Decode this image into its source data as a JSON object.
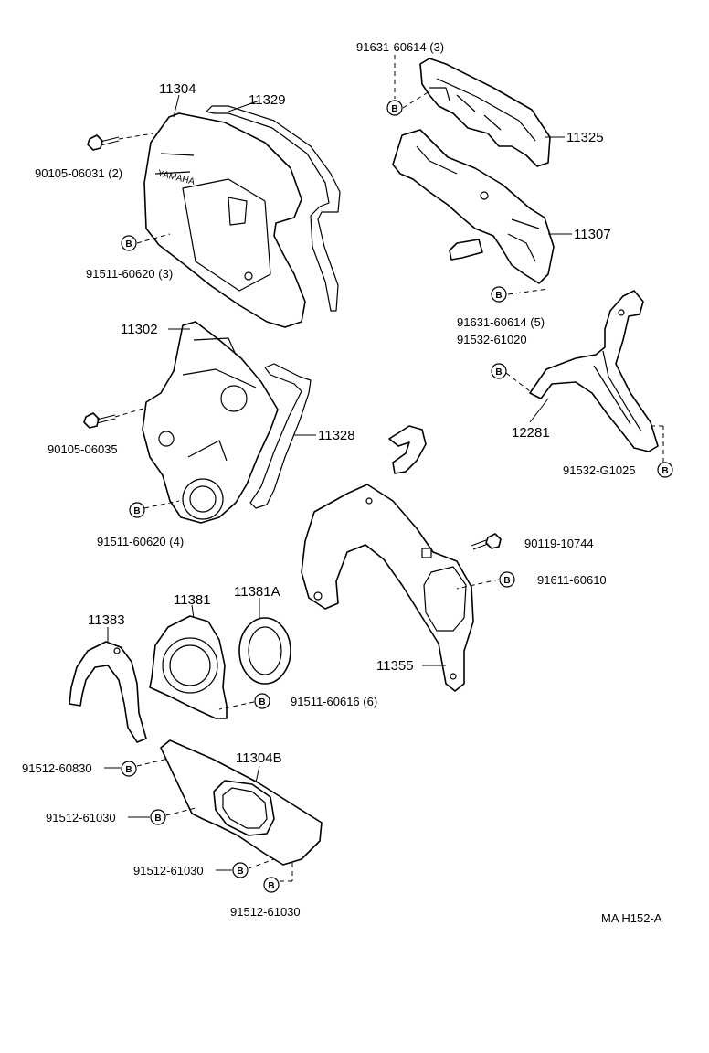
{
  "badge_letter": "B",
  "labels": {
    "p11304": "11304",
    "p11329": "11329",
    "p91631_3": "91631-60614 (3)",
    "p11325": "11325",
    "p90105_06031": "90105-06031 (2)",
    "p11307": "11307",
    "p91511_3": "91511-60620 (3)",
    "p91631_5": "91631-60614 (5)",
    "p91532_61020": "91532-61020",
    "p11302": "11302",
    "p11328": "11328",
    "p12281": "12281",
    "p90105_06035": "90105-06035",
    "p91532_g1025": "91532-G1025",
    "p91511_4": "91511-60620 (4)",
    "p90119": "90119-10744",
    "p91611": "91611-60610",
    "p11381": "11381",
    "p11381a": "11381A",
    "p11383": "11383",
    "p11355": "11355",
    "p91511_6": "91511-60616 (6)",
    "p91512_60830": "91512-60830",
    "p11304b": "11304B",
    "p91512_61030_a": "91512-61030",
    "p91512_61030_b": "91512-61030",
    "p91512_61030_c": "91512-61030",
    "drawing_code": "MA H152-A"
  }
}
